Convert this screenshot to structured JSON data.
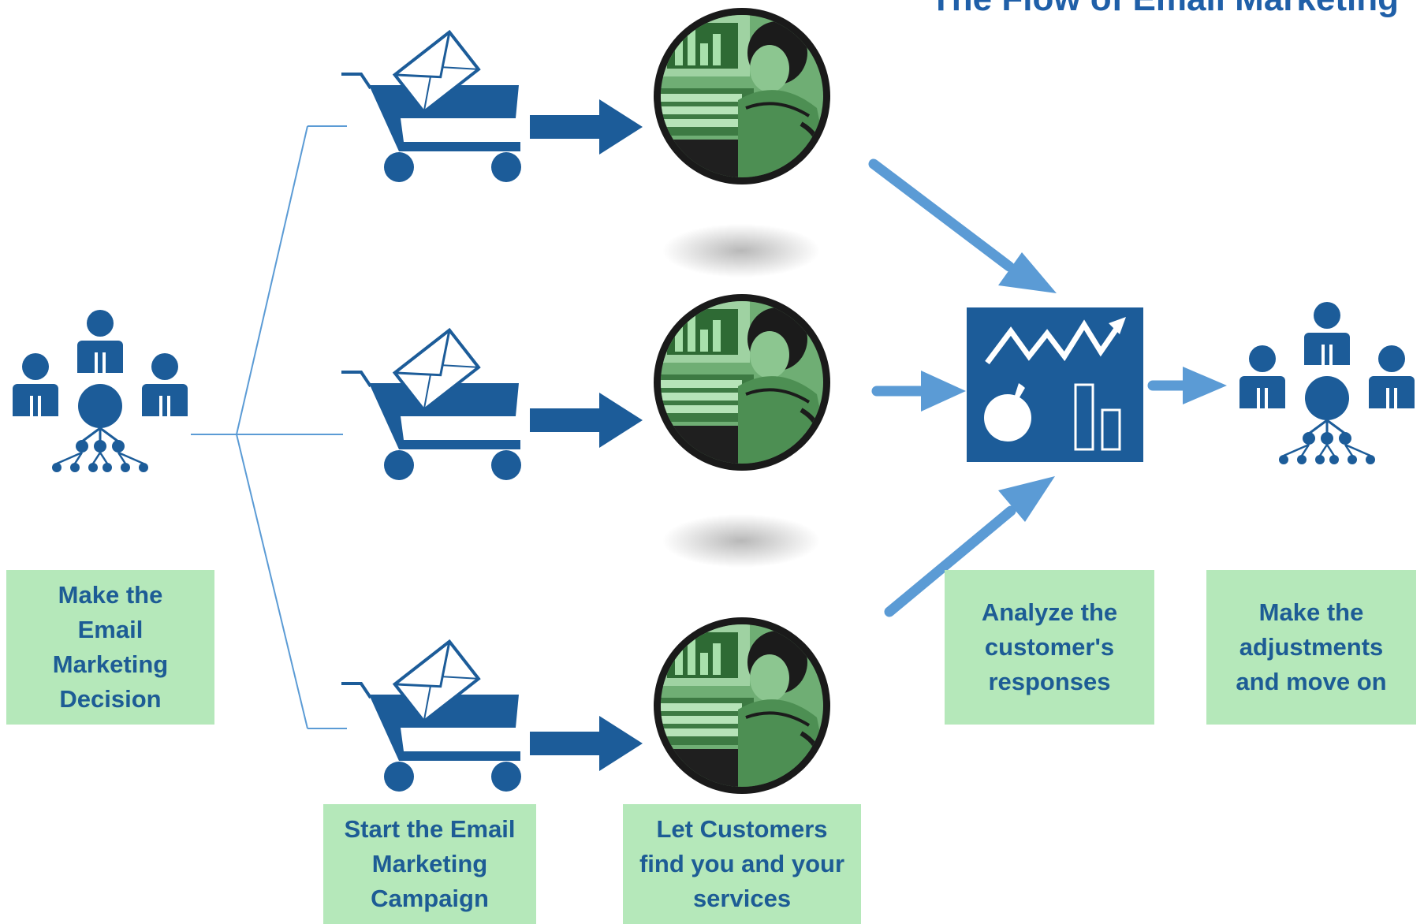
{
  "title": "The Flow of Email Marketing",
  "colors": {
    "icon_blue": "#1c5c99",
    "arrow_light_blue": "#5b9bd5",
    "label_green": "#b5e8ba",
    "label_text": "#1d5c95",
    "photo_green": "#7ab57e"
  },
  "steps": {
    "decision": "Make the\nEmail\nMarketing\nDecision",
    "campaign": "Start the Email\nMarketing\nCampaign",
    "customers": "Let Customers\nfind you and your\nservices",
    "analyze": "Analyze the\ncustomer's\nresponses",
    "adjust": "Make the\nadjustments\nand move on"
  },
  "icons": {
    "team": "people-network-icon",
    "cart": "shopping-cart-with-envelope-icon",
    "photo": "person-at-computer-icon",
    "analytics": "analytics-chart-icon"
  }
}
